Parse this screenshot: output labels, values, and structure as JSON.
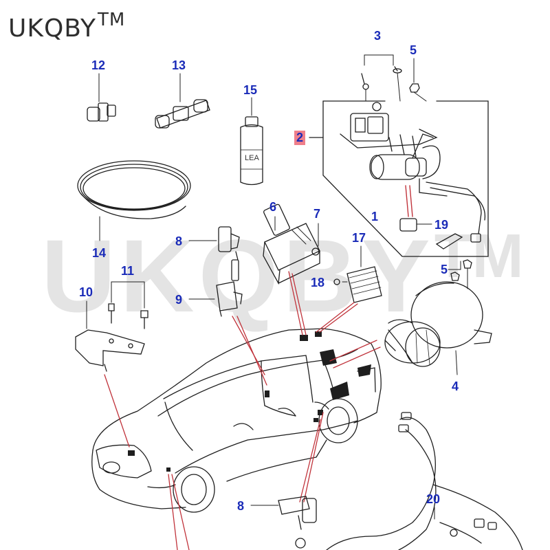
{
  "brand": {
    "name": "UKQBY",
    "mark": "TM"
  },
  "watermark": {
    "text": "UKQBY",
    "mark": "TM"
  },
  "callouts": {
    "c1": "1",
    "c2": "2",
    "c3": "3",
    "c4": "4",
    "c5a": "5",
    "c5b": "5",
    "c6": "6",
    "c7": "7",
    "c8a": "8",
    "c8b": "8",
    "c9": "9",
    "c10": "10",
    "c11": "11",
    "c12": "12",
    "c13": "13",
    "c14": "14",
    "c15": "15",
    "c17": "17",
    "c18": "18",
    "c19": "19",
    "c20": "20"
  },
  "bottle_label": "LEA",
  "colors": {
    "callout": "#1a2bb8",
    "highlight": "#ef7f8b",
    "leader_red": "#c0323a",
    "line": "#1e1e1e"
  }
}
